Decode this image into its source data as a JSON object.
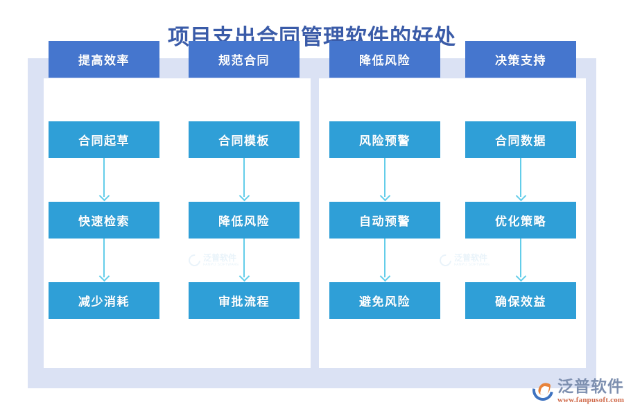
{
  "title": "项目支出合同管理软件的好处",
  "colors": {
    "title": "#3a5ba8",
    "frame": "#dbe2f4",
    "panel": "#ffffff",
    "head_box": "#4576ce",
    "step_box": "#2f9fd7",
    "arrow": "#63cde9",
    "brand_name": "#7d8faf",
    "brand_url": "#d06a4a"
  },
  "panels": [
    {
      "name": "left-panel",
      "columns": [
        {
          "name": "column-efficiency",
          "nodes": [
            {
              "label": "提高效率",
              "style": "head",
              "connector": "none"
            },
            {
              "label": "合同起草",
              "style": "step",
              "connector": "arrow"
            },
            {
              "label": "快速检索",
              "style": "step",
              "connector": "arrow"
            },
            {
              "label": "减少消耗",
              "style": "step",
              "connector": "none"
            }
          ]
        },
        {
          "name": "column-standardize",
          "nodes": [
            {
              "label": "规范合同",
              "style": "head",
              "connector": "none"
            },
            {
              "label": "合同模板",
              "style": "step",
              "connector": "arrow"
            },
            {
              "label": "降低风险",
              "style": "step",
              "connector": "arrow"
            },
            {
              "label": "审批流程",
              "style": "step",
              "connector": "none"
            }
          ]
        }
      ]
    },
    {
      "name": "right-panel",
      "columns": [
        {
          "name": "column-risk",
          "nodes": [
            {
              "label": "降低风险",
              "style": "head",
              "connector": "none"
            },
            {
              "label": "风险预警",
              "style": "step",
              "connector": "arrow"
            },
            {
              "label": "自动预警",
              "style": "step",
              "connector": "arrow"
            },
            {
              "label": "避免风险",
              "style": "step",
              "connector": "none"
            }
          ]
        },
        {
          "name": "column-decision",
          "nodes": [
            {
              "label": "决策支持",
              "style": "head",
              "connector": "none"
            },
            {
              "label": "合同数据",
              "style": "step",
              "connector": "arrow"
            },
            {
              "label": "优化策略",
              "style": "step",
              "connector": "arrow"
            },
            {
              "label": "确保效益",
              "style": "step",
              "connector": "none"
            }
          ]
        }
      ]
    }
  ],
  "watermark": {
    "text": "泛普软件",
    "sub": "FANPU SOFTWARE"
  },
  "brand": {
    "name": "泛普软件",
    "url": "www.fanpusoft.com",
    "mark": "fanpu-logo-icon"
  }
}
